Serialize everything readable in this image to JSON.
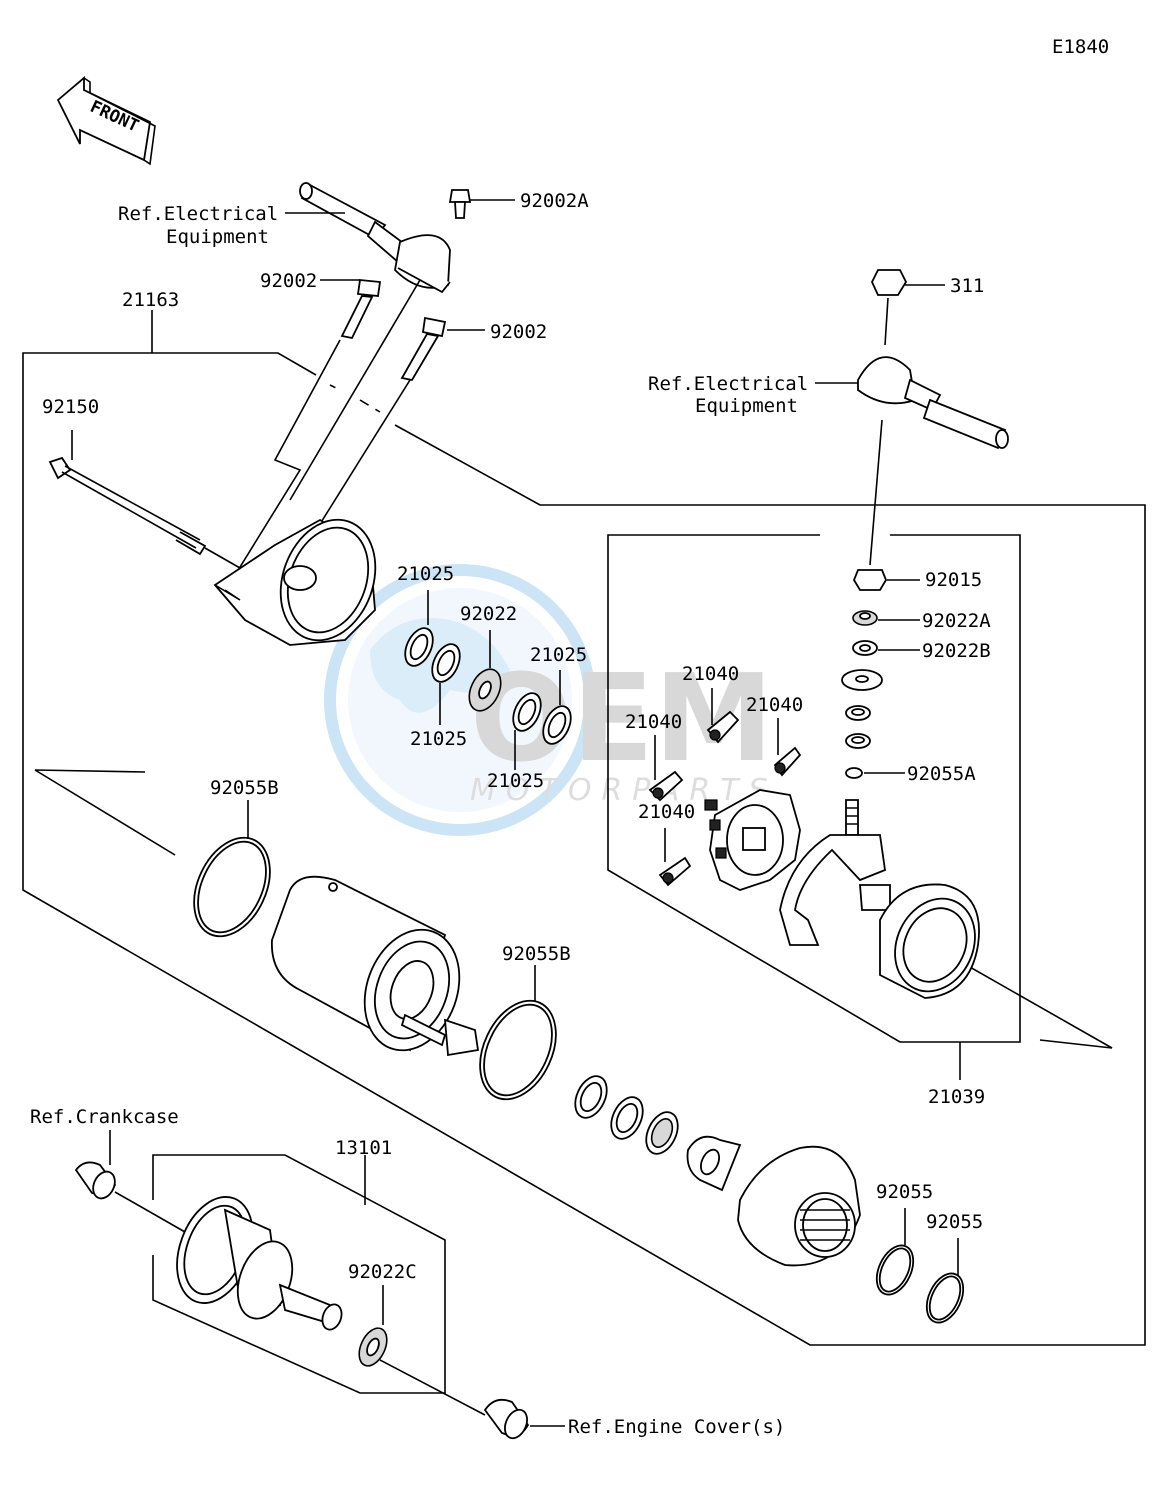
{
  "diagram_id": "E1840",
  "front_label": "FRONT",
  "watermark": {
    "brand": "OEM",
    "sub": "MOTORPARTS"
  },
  "references": {
    "electrical_1_line1": "Ref.Electrical",
    "electrical_1_line2": "Equipment",
    "electrical_2_line1": "Ref.Electrical",
    "electrical_2_line2": "Equipment",
    "crankcase": "Ref.Crankcase",
    "engine_cover": "Ref.Engine Cover(s)"
  },
  "parts": {
    "p92002A": "92002A",
    "p92002_top": "92002",
    "p92002_mid": "92002",
    "p21163": "21163",
    "p92150": "92150",
    "p311": "311",
    "p92015": "92015",
    "p92022A": "92022A",
    "p92022B": "92022B",
    "p92055A": "92055A",
    "p21025_a": "21025",
    "p92022": "92022",
    "p21025_b": "21025",
    "p21025_c": "21025",
    "p21025_d": "21025",
    "p21040_a": "21040",
    "p21040_b": "21040",
    "p21040_c": "21040",
    "p21040_d": "21040",
    "p92055B_left": "92055B",
    "p92055B_mid": "92055B",
    "p21039": "21039",
    "p13101": "13101",
    "p92022C": "92022C",
    "p92055_a": "92055",
    "p92055_b": "92055"
  }
}
